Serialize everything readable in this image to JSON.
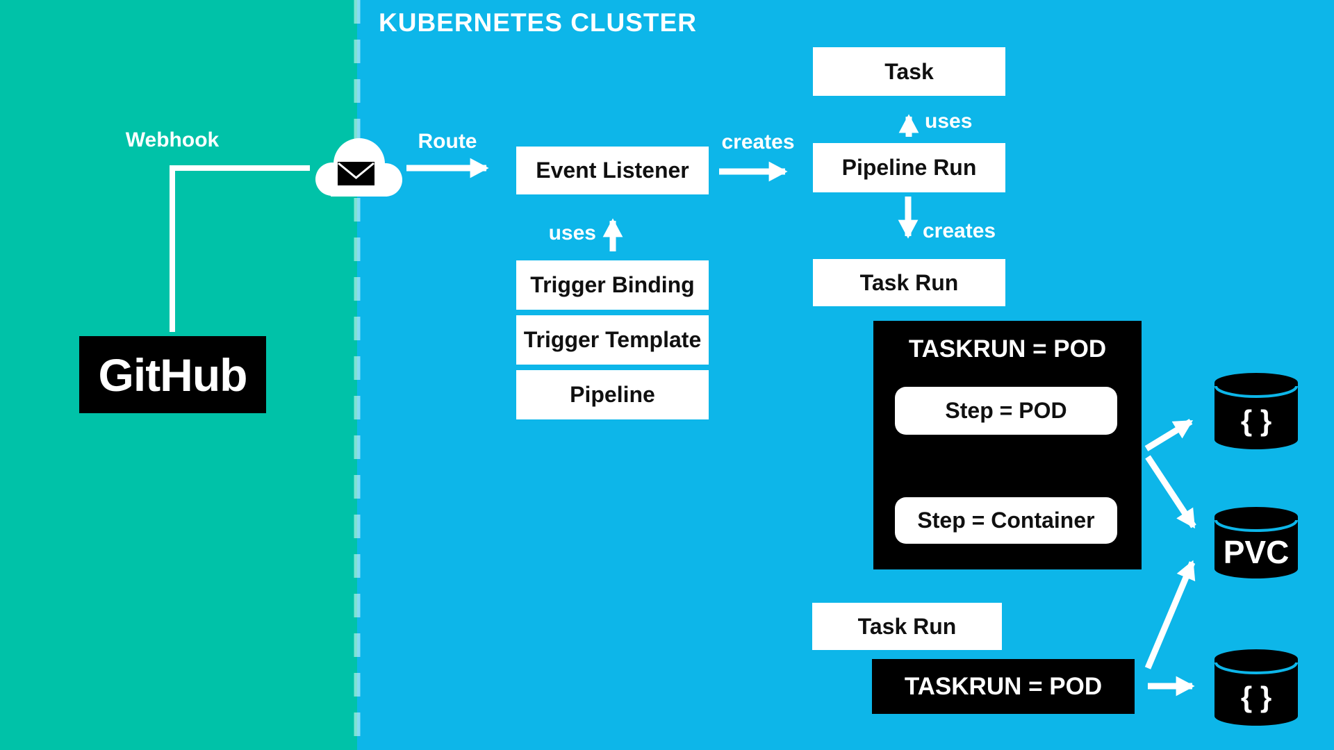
{
  "cluster": {
    "title": "KUBERNETES CLUSTER"
  },
  "left_panel": {
    "webhook_label": "Webhook",
    "github_logo_text": "GitHub"
  },
  "edge_labels": {
    "route": "Route",
    "creates_event_listener": "creates",
    "uses_event_listener": "uses",
    "uses_task": "uses",
    "creates_task_run": "creates"
  },
  "nodes": {
    "event_listener": "Event Listener",
    "trigger_binding": "Trigger Binding",
    "trigger_template": "Trigger Template",
    "pipeline": "Pipeline",
    "task": "Task",
    "pipeline_run": "Pipeline Run",
    "task_run": "Task Run",
    "taskrun_pod_detail": {
      "title": "TASKRUN = POD",
      "step_pod": "Step = POD",
      "step_container": "Step = Container"
    },
    "task_run_2": "Task Run",
    "taskrun_pod_2": "TASKRUN = POD"
  },
  "storage": {
    "workspace_top": "{ }",
    "pvc": "PVC",
    "workspace_bottom": "{ }"
  },
  "icons": [
    "cloud-icon",
    "envelope-icon",
    "storage-cylinder-icon"
  ],
  "colors": {
    "teal_background": "#00C2A8",
    "cyan_background": "#0DB6E9",
    "box_black": "#000000",
    "box_white": "#FFFFFF",
    "text_dark": "#101010"
  }
}
